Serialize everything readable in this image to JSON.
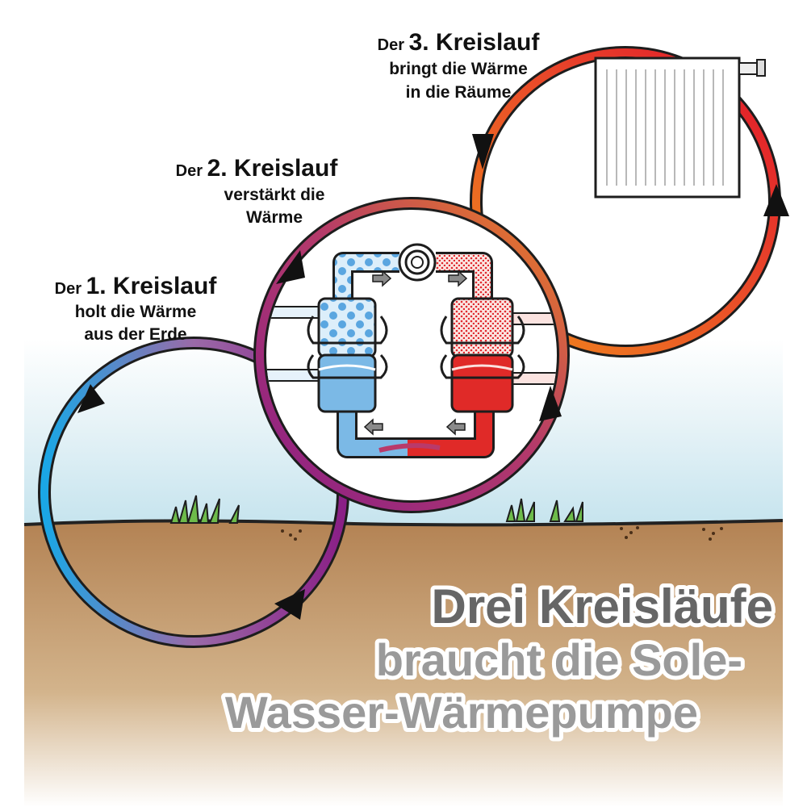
{
  "circuits": [
    {
      "prefix": "Der ",
      "title": "1. Kreislauf",
      "line1": "holt die Wärme",
      "line2": "aus der Erde"
    },
    {
      "prefix": "Der ",
      "title": "2. Kreislauf",
      "line1": "verstärkt die",
      "line2": "Wärme"
    },
    {
      "prefix": "Der ",
      "title": "3. Kreislauf",
      "line1": "bringt die Wärme",
      "line2": "in die Räume"
    }
  ],
  "headline": {
    "line1": "Drei Kreisläufe",
    "line2": "braucht die Sole-",
    "line3": "Wasser-Wärmepumpe"
  },
  "colors": {
    "cold": "#29a6e0",
    "brine_return": "#9a3a8a",
    "refrigerant": "#8a2a8a",
    "heating_supply": "#e0282e",
    "heating_return": "#f08a1c",
    "heatpump_cold": "#7bb9e6",
    "heatpump_hot": "#e02a28",
    "headline_dark": "#666666",
    "headline_light": "#9a9a9a",
    "sky": "#cfe8f0",
    "soil": "#b5875a"
  },
  "icons": [
    "radiator-icon",
    "compressor-icon",
    "evaporator-icon",
    "condenser-icon",
    "flow-arrow-icon",
    "grass-icon"
  ]
}
